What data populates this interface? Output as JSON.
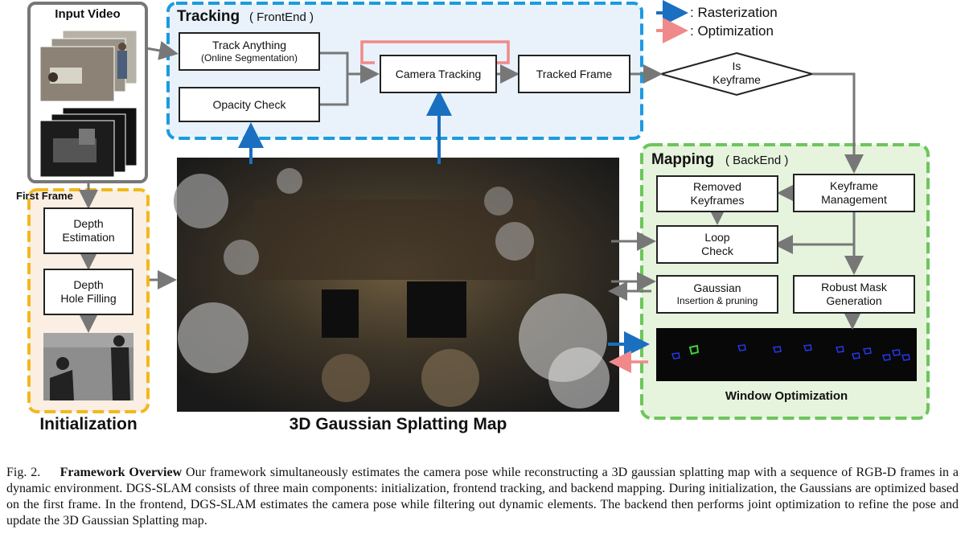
{
  "legend": {
    "rasterization": ": Rasterization",
    "optimization": ": Optimization"
  },
  "colors": {
    "rasterization": "#1a6fc0",
    "optimization": "#f08a8a",
    "tracking_border": "#1a9be0",
    "mapping_border": "#6cc65a",
    "init_border": "#f2b81c",
    "input_border": "#777777"
  },
  "input_video": {
    "title": "Input Video",
    "first_frame": "First Frame"
  },
  "tracking": {
    "title": "Tracking",
    "subtitle": "( FrontEnd )",
    "track_anything": "Track Anything",
    "track_anything_sub": "(Online Segmentation)",
    "opacity_check": "Opacity Check",
    "camera_tracking": "Camera Tracking",
    "tracked_frame": "Tracked Frame",
    "is_keyframe_line1": "Is",
    "is_keyframe_line2": "Keyframe"
  },
  "initialization": {
    "title": "Initialization",
    "depth_estimation_1": "Depth",
    "depth_estimation_2": "Estimation",
    "hole_filling_1": "Depth",
    "hole_filling_2": "Hole Filling"
  },
  "map": {
    "title": "3D Gaussian Splatting Map"
  },
  "mapping": {
    "title": "Mapping",
    "subtitle": "( BackEnd )",
    "removed_keyframes_1": "Removed",
    "removed_keyframes_2": "Keyframes",
    "keyframe_management_1": "Keyframe",
    "keyframe_management_2": "Management",
    "loop_check_1": "Loop",
    "loop_check_2": "Check",
    "gaussian_1": "Gaussian",
    "gaussian_2": "Insertion & pruning",
    "robust_mask_1": "Robust Mask",
    "robust_mask_2": "Generation",
    "window_optimization": "Window Optimization"
  },
  "caption": {
    "fig": "Fig. 2.",
    "bold": "Framework Overview",
    "text": "Our framework simultaneously estimates the camera pose while reconstructing a 3D gaussian splatting map with a sequence of RGB-D frames in a dynamic environment. DGS-SLAM consists of three main components: initialization, frontend tracking, and backend mapping. During initialization, the Gaussians are optimized based on the first frame. In the frontend, DGS-SLAM estimates the camera pose while filtering out dynamic elements. The backend then performs joint optimization to refine the pose and update the 3D Gaussian Splatting map."
  }
}
